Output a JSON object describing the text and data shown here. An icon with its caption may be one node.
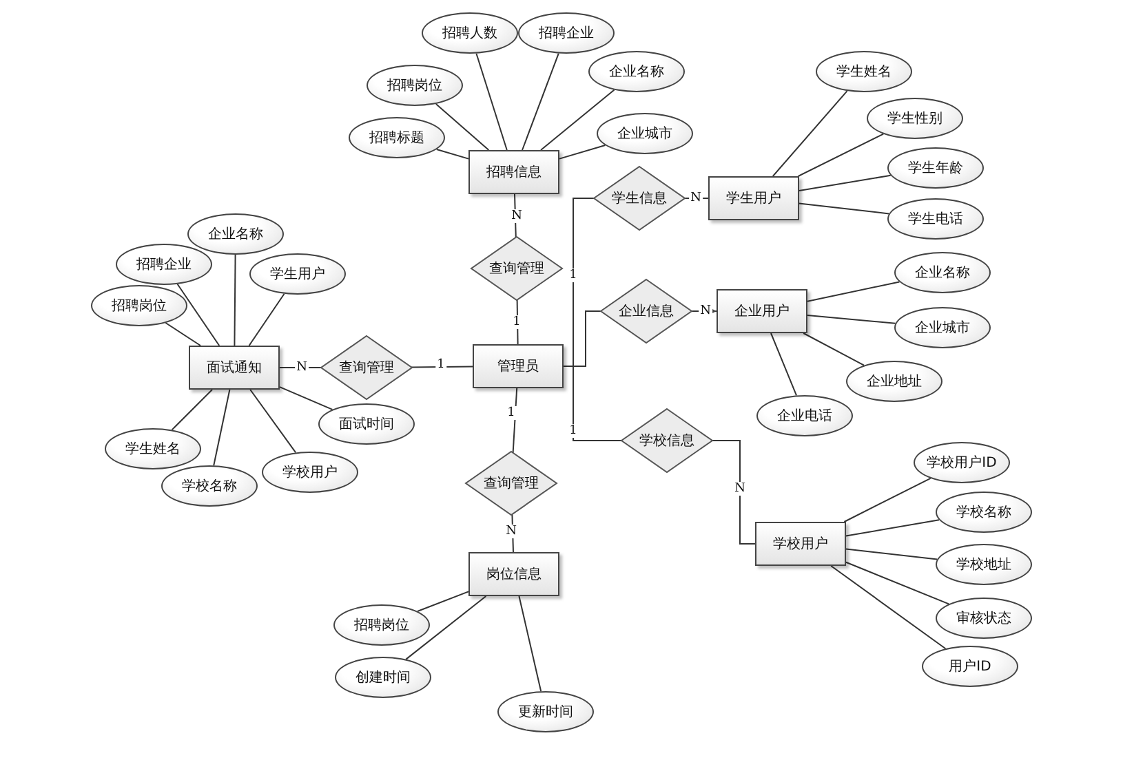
{
  "diagram": {
    "nodes": [
      {
        "text": [
          "招聘信息"
        ]
      },
      {
        "text": [
          "招聘人数"
        ]
      },
      {
        "text": [
          "招聘企业"
        ]
      },
      {
        "text": [
          "招聘岗位"
        ]
      },
      {
        "text": [
          "企业名称"
        ]
      },
      {
        "text": [
          "招聘标题"
        ]
      },
      {
        "text": [
          "企业城市"
        ]
      },
      {
        "text": [
          "查询管理"
        ]
      },
      {
        "text": [
          "管理员"
        ]
      },
      {
        "text": [
          "学生信息"
        ]
      },
      {
        "text": [
          "学生用户"
        ]
      },
      {
        "text": [
          "学生姓名"
        ]
      },
      {
        "text": [
          "学生性别"
        ]
      },
      {
        "text": [
          "学生年龄"
        ]
      },
      {
        "text": [
          "学生电话"
        ]
      },
      {
        "text": [
          "企业信息"
        ]
      },
      {
        "text": [
          "企业用户"
        ]
      },
      {
        "text": [
          "企业名称"
        ]
      },
      {
        "text": [
          "企业城市"
        ]
      },
      {
        "text": [
          "企业地址"
        ]
      },
      {
        "text": [
          "企业电话"
        ]
      },
      {
        "text": [
          "学校信息"
        ]
      },
      {
        "text": [
          "学校用户"
        ]
      },
      {
        "text": [
          "学校用户ID"
        ]
      },
      {
        "text": [
          "学校名称"
        ]
      },
      {
        "text": [
          "学校地址"
        ]
      },
      {
        "text": [
          "审核状态"
        ]
      },
      {
        "text": [
          "用户ID"
        ]
      },
      {
        "text": [
          "面试通知"
        ]
      },
      {
        "text": [
          "企业名称"
        ]
      },
      {
        "text": [
          "招聘企业"
        ]
      },
      {
        "text": [
          "学生用户"
        ]
      },
      {
        "text": [
          "招聘岗位"
        ]
      },
      {
        "text": [
          "查询管理"
        ]
      },
      {
        "text": [
          "面试时间"
        ]
      },
      {
        "text": [
          "学生姓名"
        ]
      },
      {
        "text": [
          "学校名称"
        ]
      },
      {
        "text": [
          "学校用户"
        ]
      },
      {
        "text": [
          "查询管理"
        ]
      },
      {
        "text": [
          "岗位信息"
        ]
      },
      {
        "text": [
          "招聘岗位"
        ]
      },
      {
        "text": [
          "创建时间"
        ]
      },
      {
        "text": [
          "更新时间"
        ]
      }
    ],
    "edges": [
      {
        "from": 0,
        "to": 1,
        "arrow": "none"
      },
      {
        "from": 0,
        "to": 2,
        "arrow": "none"
      },
      {
        "from": 0,
        "to": 3,
        "arrow": "none"
      },
      {
        "from": 0,
        "to": 4,
        "arrow": "none"
      },
      {
        "from": 0,
        "to": 5,
        "arrow": "none"
      },
      {
        "from": 0,
        "to": 6,
        "arrow": "none"
      },
      {
        "from": 0,
        "to": 7,
        "arrow": "none",
        "label": "N"
      },
      {
        "from": 7,
        "to": 8,
        "arrow": "none",
        "label": "1"
      },
      {
        "from": 8,
        "to": 9,
        "arrow": "none",
        "label": "1"
      },
      {
        "from": 9,
        "to": 10,
        "arrow": "none",
        "label": "N"
      },
      {
        "from": 10,
        "to": 11,
        "arrow": "none"
      },
      {
        "from": 10,
        "to": 12,
        "arrow": "none"
      },
      {
        "from": 10,
        "to": 13,
        "arrow": "none"
      },
      {
        "from": 10,
        "to": 14,
        "arrow": "none"
      },
      {
        "from": 8,
        "to": 15,
        "arrow": "none"
      },
      {
        "from": 15,
        "to": 16,
        "arrow": "to",
        "label": "N"
      },
      {
        "from": 16,
        "to": 17,
        "arrow": "none"
      },
      {
        "from": 16,
        "to": 18,
        "arrow": "none"
      },
      {
        "from": 16,
        "to": 19,
        "arrow": "none"
      },
      {
        "from": 16,
        "to": 20,
        "arrow": "none"
      },
      {
        "from": 8,
        "to": 21,
        "arrow": "none",
        "label": "1"
      },
      {
        "from": 21,
        "to": 22,
        "arrow": "none",
        "label": "N"
      },
      {
        "from": 22,
        "to": 23,
        "arrow": "none"
      },
      {
        "from": 22,
        "to": 24,
        "arrow": "none"
      },
      {
        "from": 22,
        "to": 25,
        "arrow": "none"
      },
      {
        "from": 22,
        "to": 26,
        "arrow": "none"
      },
      {
        "from": 22,
        "to": 27,
        "arrow": "none"
      },
      {
        "from": 28,
        "to": 33,
        "arrow": "none",
        "label": "N"
      },
      {
        "from": 33,
        "to": 8,
        "arrow": "none",
        "label": "1"
      },
      {
        "from": 28,
        "to": 29,
        "arrow": "none"
      },
      {
        "from": 28,
        "to": 30,
        "arrow": "none"
      },
      {
        "from": 28,
        "to": 31,
        "arrow": "none"
      },
      {
        "from": 28,
        "to": 32,
        "arrow": "none"
      },
      {
        "from": 28,
        "to": 34,
        "arrow": "none"
      },
      {
        "from": 28,
        "to": 35,
        "arrow": "none"
      },
      {
        "from": 28,
        "to": 36,
        "arrow": "none"
      },
      {
        "from": 28,
        "to": 37,
        "arrow": "none"
      },
      {
        "from": 8,
        "to": 38,
        "arrow": "none",
        "label": "1"
      },
      {
        "from": 38,
        "to": 39,
        "arrow": "none",
        "label": "N"
      },
      {
        "from": 39,
        "to": 40,
        "arrow": "none"
      },
      {
        "from": 39,
        "to": 41,
        "arrow": "none"
      },
      {
        "from": 39,
        "to": 42,
        "arrow": "none"
      }
    ]
  }
}
